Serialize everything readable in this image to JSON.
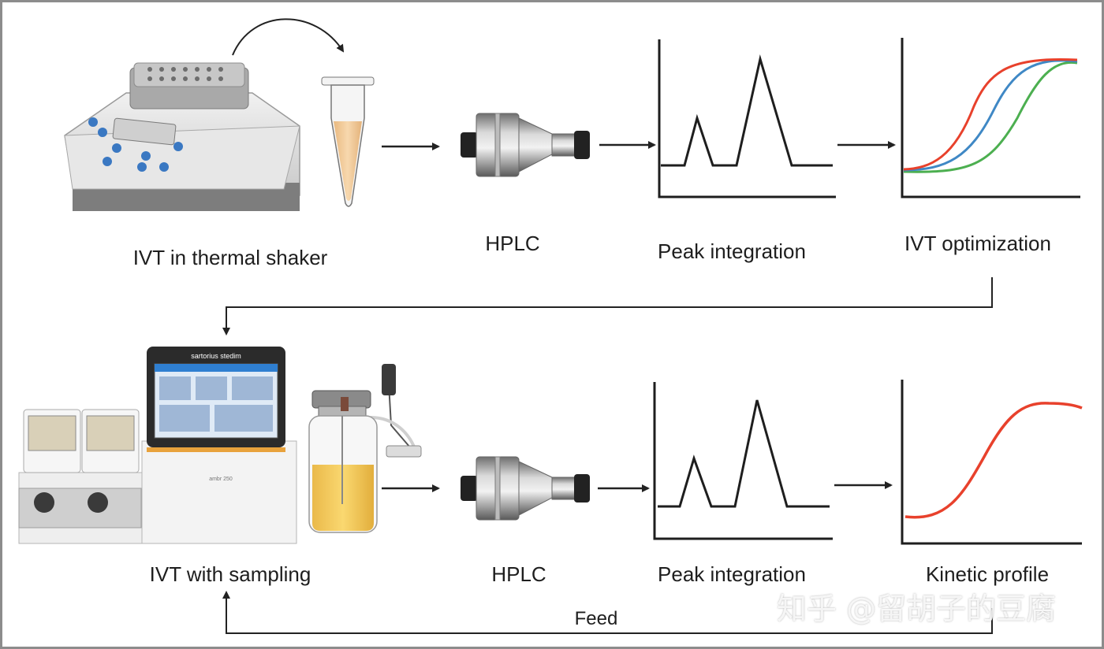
{
  "labels": {
    "top_step1": "IVT in thermal shaker",
    "top_step2": "HPLC",
    "top_step3": "Peak integration",
    "top_step4": "IVT optimization",
    "bottom_step1": "IVT with sampling",
    "bottom_step2": "HPLC",
    "bottom_step3": "Peak integration",
    "bottom_step4": "Kinetic profile",
    "feed": "Feed"
  },
  "device_text": {
    "brand": "sartorius stedim",
    "model": "ambr 250"
  },
  "watermark": "知乎 @留胡子的豆腐",
  "colors": {
    "curve_red": "#e8412c",
    "curve_blue": "#3f88c5",
    "curve_green": "#4caf50",
    "liquid_tube": "#f3cfa0",
    "liquid_vessel": "#f6cf5a",
    "arrow": "#222222"
  }
}
